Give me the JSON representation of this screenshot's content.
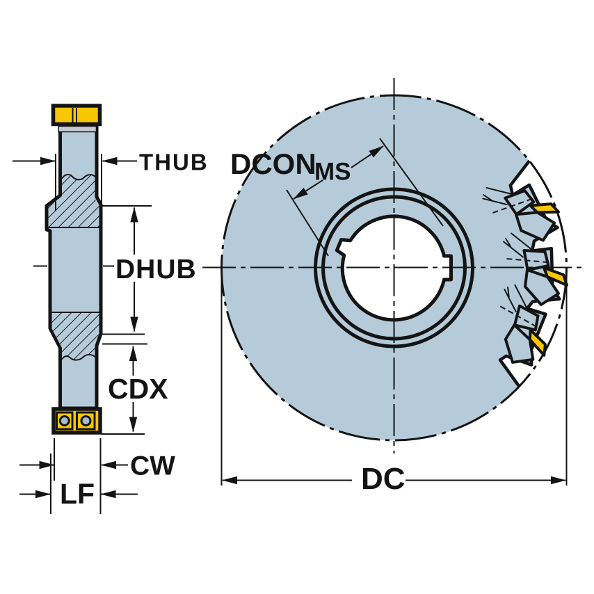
{
  "figure": {
    "labels": {
      "thub": "THUB",
      "dhub": "DHUB",
      "cdx": "CDX",
      "cw": "CW",
      "lf": "LF",
      "dc": "DC",
      "dcon": "DCON",
      "dcon_sub": "MS"
    },
    "colors": {
      "body": "#b6cbd9",
      "insert": "#f8c703",
      "line": "#141414",
      "hole": "#a9bdcb",
      "seat": "#c7ccd4"
    }
  }
}
